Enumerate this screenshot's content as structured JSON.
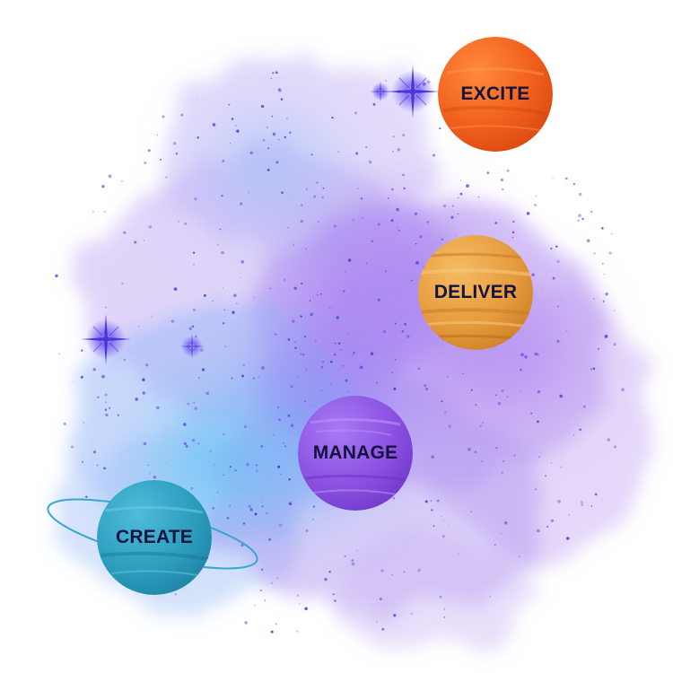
{
  "planets": {
    "excite": {
      "label": "EXCITE",
      "color": "#f0601c"
    },
    "deliver": {
      "label": "DELIVER",
      "color": "#e59a3c"
    },
    "manage": {
      "label": "MANAGE",
      "color": "#8a4fe0"
    },
    "create": {
      "label": "CREATE",
      "color": "#2b9cbd"
    }
  },
  "colors": {
    "label_text": "#14123f",
    "nebula_violet": "#a77cf0",
    "nebula_blue": "#6fa3f7",
    "nebula_cyan": "#5fd0f2"
  }
}
